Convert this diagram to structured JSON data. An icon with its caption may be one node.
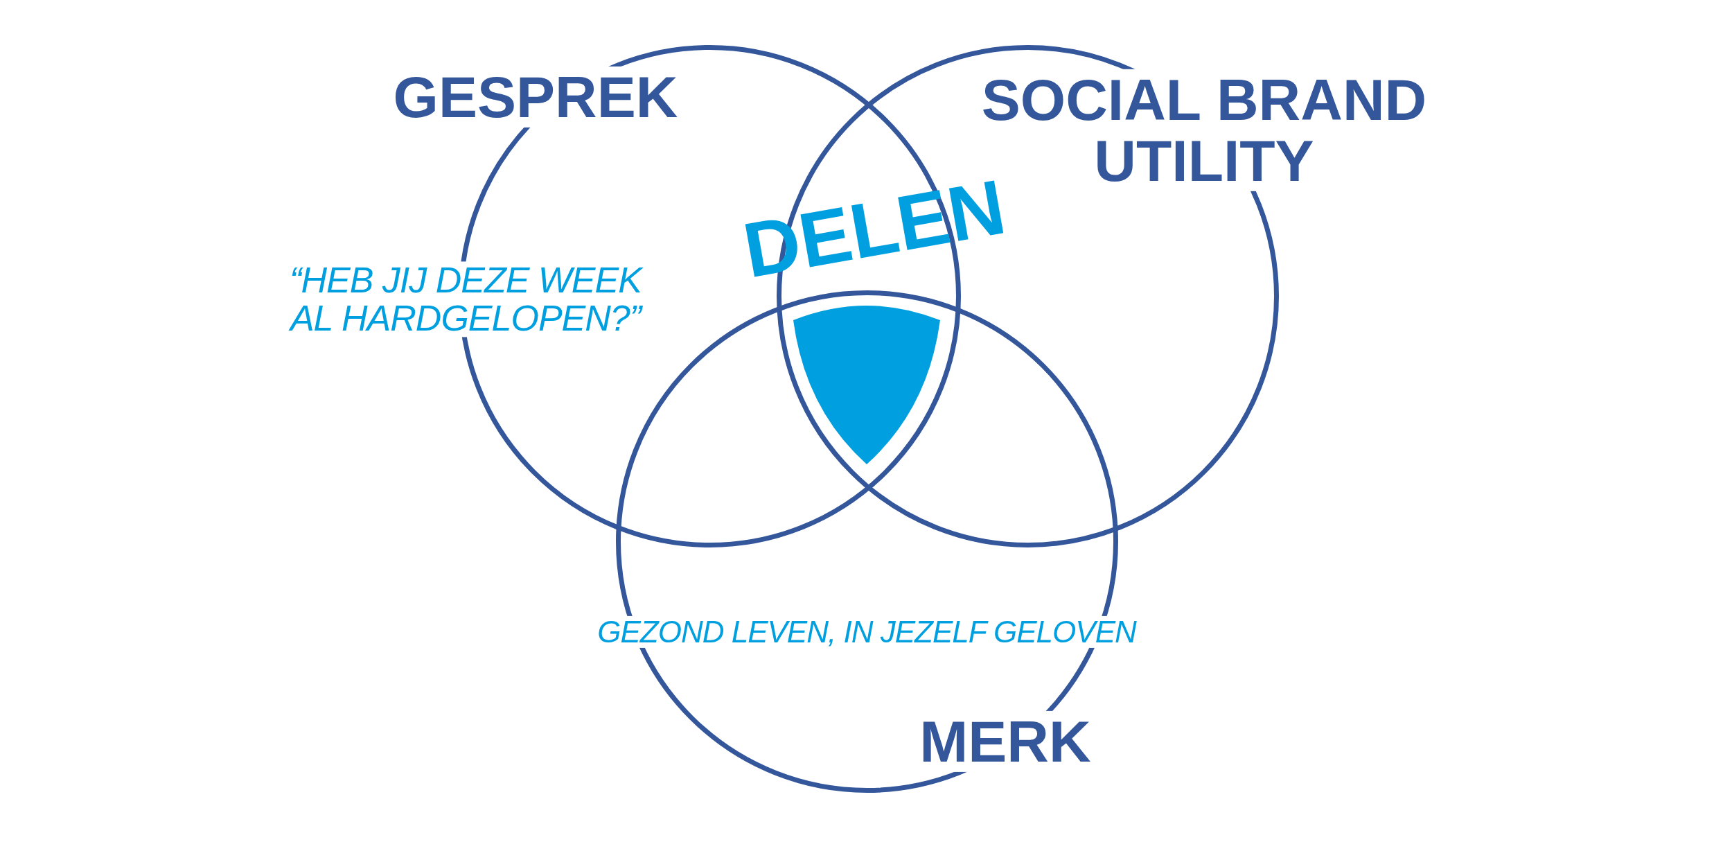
{
  "diagram": {
    "nodes": [
      {
        "text": [
          "GESPREK",
          "“HEB JIJ DEZE WEEK AL HARDGELOPEN?”"
        ]
      },
      {
        "text": [
          "SOCIAL BRAND UTILITY"
        ]
      },
      {
        "text": [
          "GEZOND LEVEN, IN JEZELF GELOVEN",
          "MERK"
        ]
      },
      {
        "text": [],
        "shape": "shield"
      }
    ],
    "edges": [],
    "labels": [
      "DELEN"
    ]
  }
}
